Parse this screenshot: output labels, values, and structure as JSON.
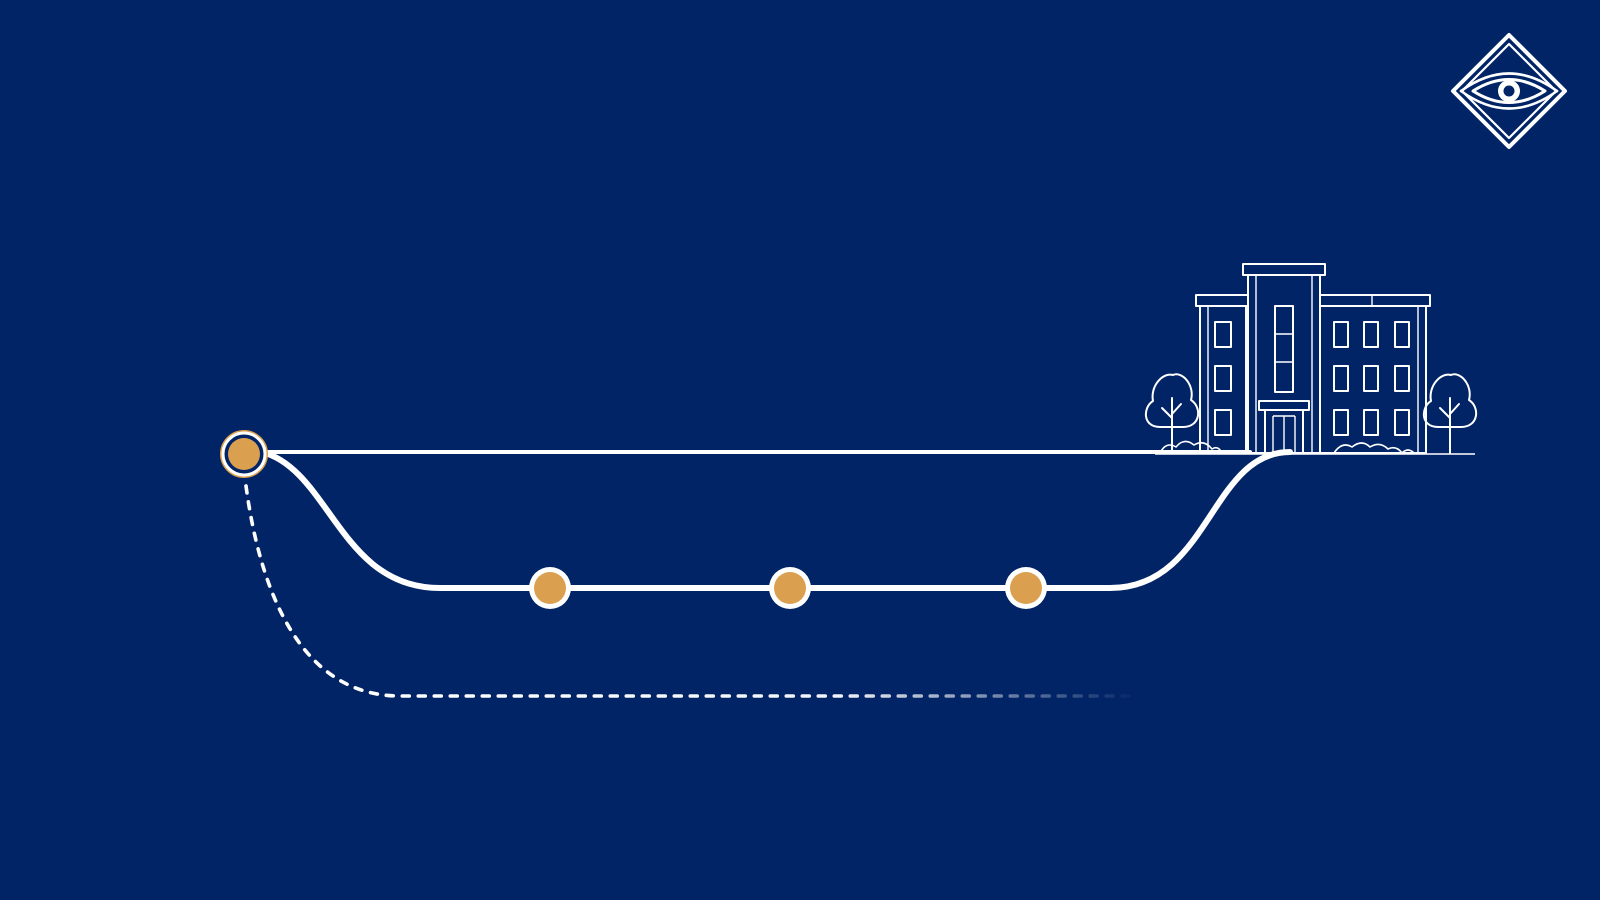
{
  "scene": {
    "background": "#012466",
    "line_color": "#ffffff",
    "node_color": "#dba04f"
  },
  "icons": {
    "logo": "eye-in-diamond-icon",
    "building": "school-building-icon",
    "trees": "tree-icon"
  },
  "diagram": {
    "nodes": [
      {
        "id": "start",
        "label": ""
      },
      {
        "id": "step-1",
        "label": ""
      },
      {
        "id": "step-2",
        "label": ""
      },
      {
        "id": "step-3",
        "label": ""
      }
    ],
    "paths": [
      {
        "id": "direct-path",
        "style": "solid"
      },
      {
        "id": "detour-path",
        "style": "solid"
      },
      {
        "id": "dropout-path",
        "style": "dashed"
      }
    ]
  }
}
